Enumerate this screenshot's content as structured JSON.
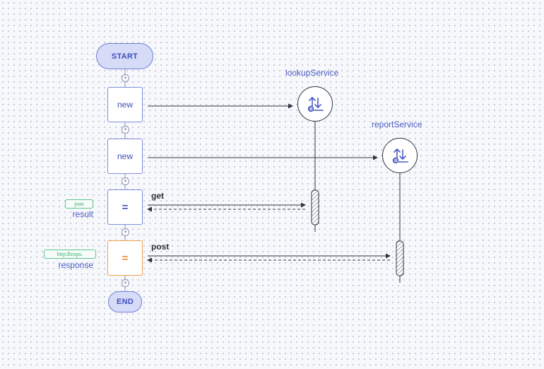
{
  "start": {
    "label": "START"
  },
  "end": {
    "label": "END"
  },
  "nodes": [
    {
      "label": "new"
    },
    {
      "label": "new"
    },
    {
      "label": "=",
      "variable": "result",
      "type": "json",
      "action": "get",
      "target": "lookupService"
    },
    {
      "label": "=",
      "variable": "response",
      "type": "http:Respo.",
      "action": "post",
      "target": "reportService",
      "status": "warning"
    }
  ],
  "endpoints": [
    {
      "name": "lookupService",
      "icon": "service-transfer-icon"
    },
    {
      "name": "reportService",
      "icon": "service-transfer-icon"
    }
  ],
  "add_button": {
    "symbol": "+"
  },
  "colors": {
    "accent": "#3d4fb8",
    "node_border": "#7f8fdc",
    "warning": "#f08a30",
    "type_badge": "#3ca870",
    "line": "#2f3342"
  }
}
